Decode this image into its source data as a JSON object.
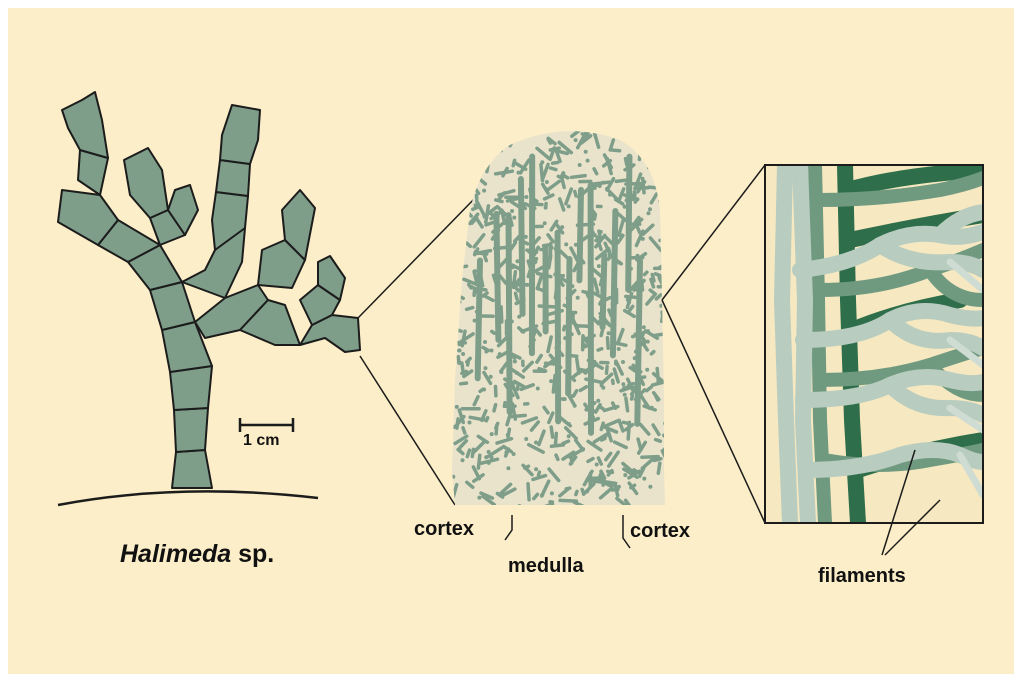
{
  "labels": {
    "genus": "Halimeda",
    "species_suffix": " sp.",
    "scale_bar": "1 cm",
    "cortex_left": "cortex",
    "cortex_right": "cortex",
    "medulla": "medulla",
    "filaments": "filaments"
  },
  "colors": {
    "background": "#fbeec8",
    "plant_fill": "#7e9e8a",
    "outline": "#1c1c1c",
    "tissue_bg": "#e9e3cc",
    "filament_light": "#b8ccc0",
    "filament_mid": "#6f9a80",
    "filament_dark": "#2f6e4a"
  }
}
